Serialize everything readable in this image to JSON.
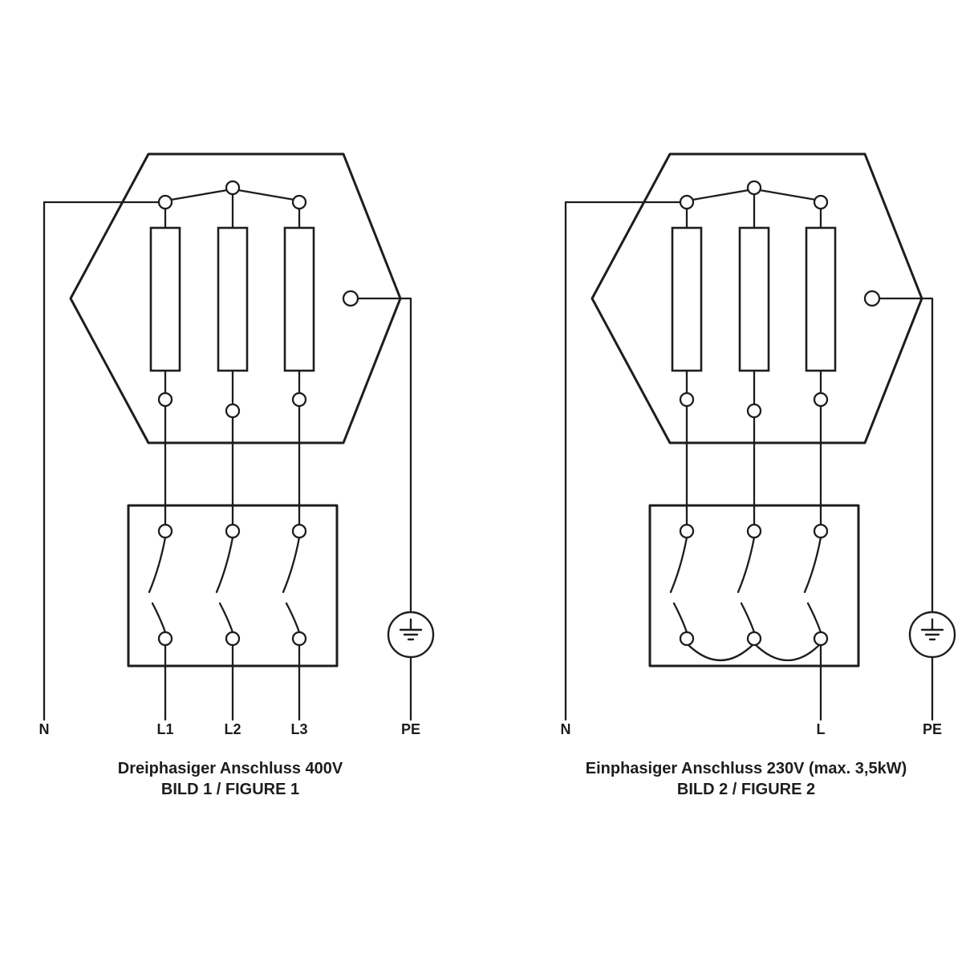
{
  "figure1": {
    "caption_line1": "Dreiphasiger Anschluss 400V",
    "caption_line2": "BILD 1 / FIGURE 1",
    "labels": {
      "n": "N",
      "l1": "L1",
      "l2": "L2",
      "l3": "L3",
      "pe": "PE"
    }
  },
  "figure2": {
    "caption_line1": "Einphasiger Anschluss 230V (max. 3,5kW)",
    "caption_line2": "BILD 2 / FIGURE 2",
    "labels": {
      "n": "N",
      "l": "L",
      "pe": "PE"
    }
  },
  "colors": {
    "line": "#1d1d1d",
    "background": "#ffffff"
  }
}
